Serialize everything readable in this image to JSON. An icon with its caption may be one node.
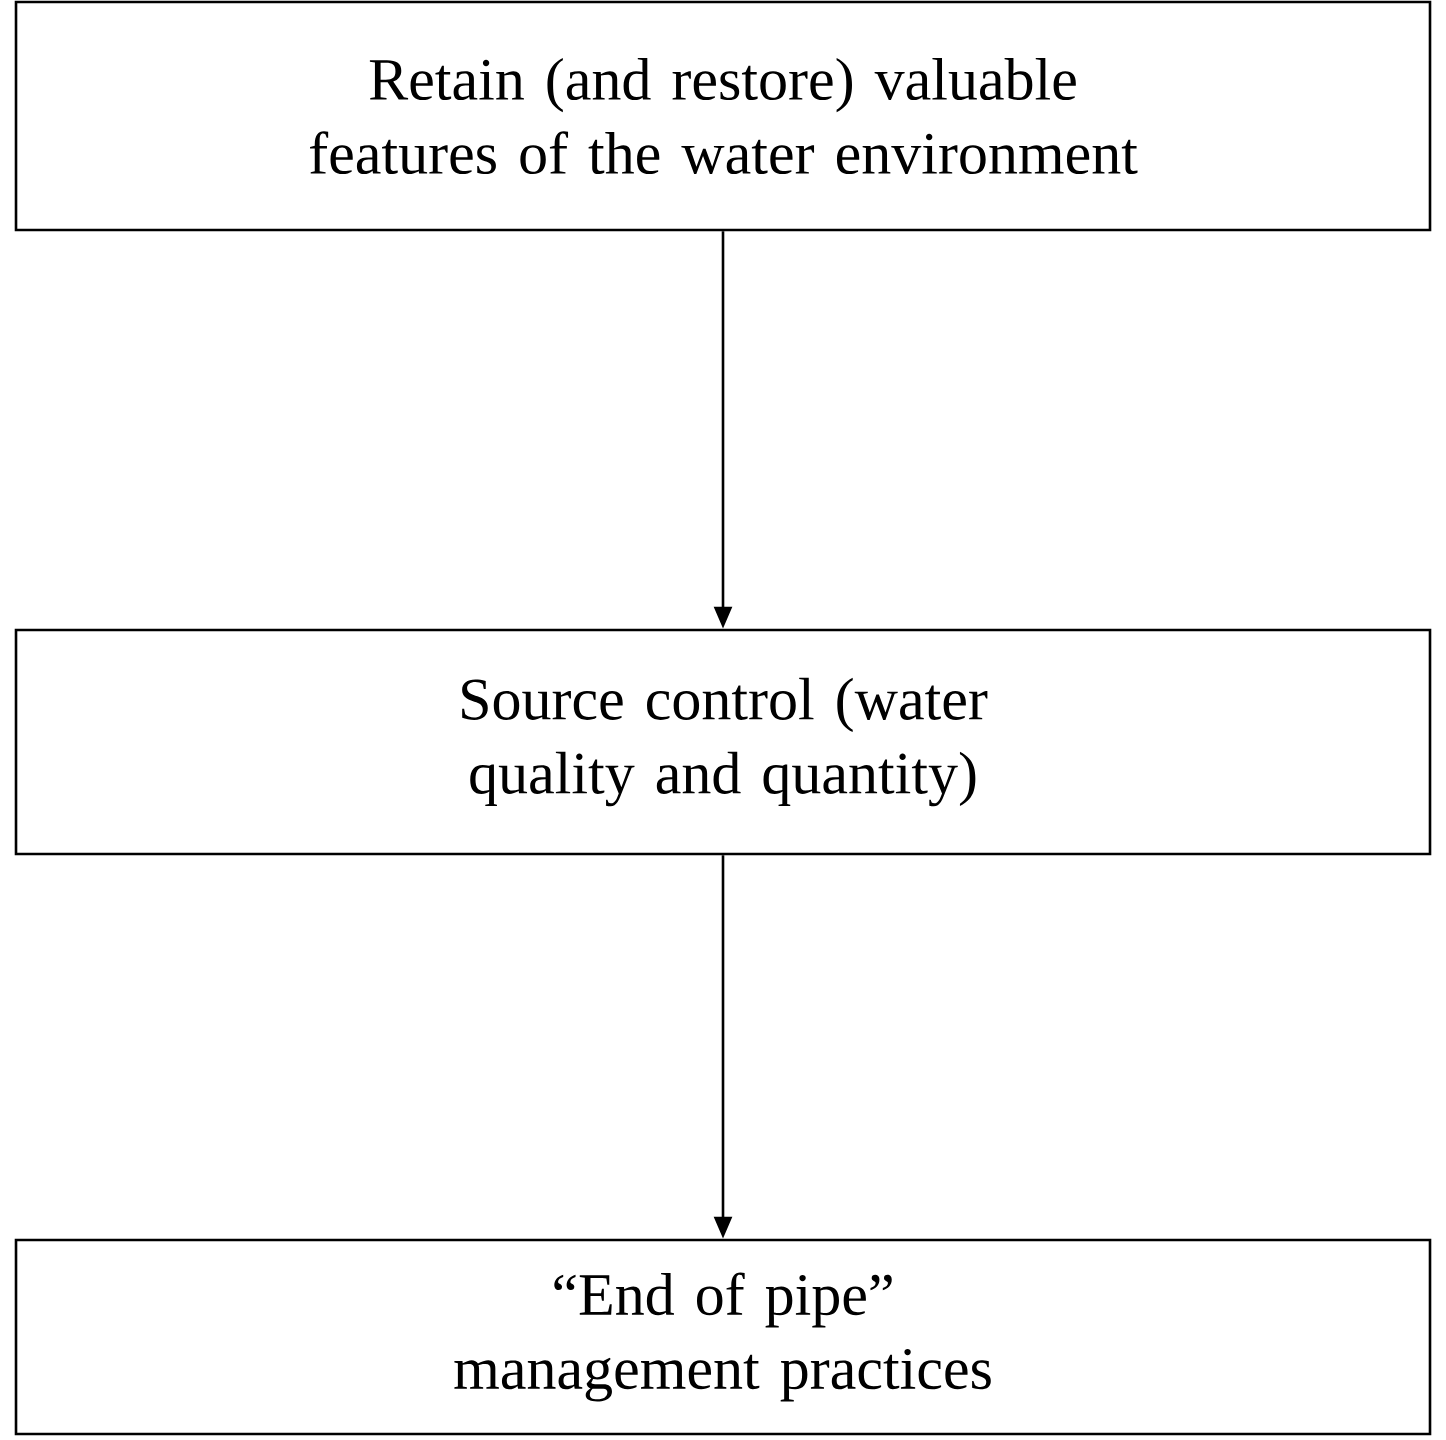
{
  "diagram": {
    "nodes": [
      {
        "text": [
          "Retain (and restore) valuable features of the water environment"
        ]
      },
      {
        "text": [
          "Source control (water quality and quantity)"
        ]
      },
      {
        "text": [
          "“End of pipe” management practices"
        ]
      }
    ],
    "edges": [
      {
        "from": 0,
        "to": 1,
        "arrow": "to"
      },
      {
        "from": 1,
        "to": 2,
        "arrow": "to"
      }
    ]
  }
}
